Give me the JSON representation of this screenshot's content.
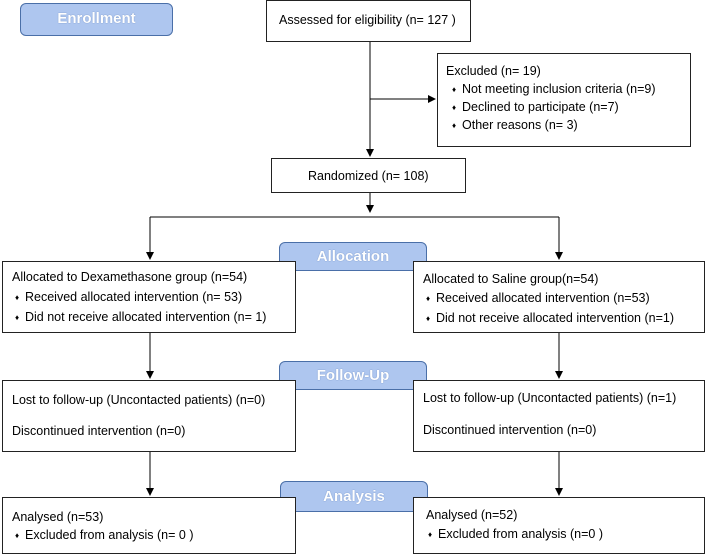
{
  "stages": {
    "enrollment": "Enrollment",
    "allocation": "Allocation",
    "follow_up": "Follow-Up",
    "analysis": "Analysis"
  },
  "assessed": "Assessed for eligibility (n= 127 )",
  "excluded": {
    "title": "Excluded  (n=  19)",
    "items": [
      "Not meeting inclusion criteria  (n=9)",
      "Declined to participate (n=7)",
      "Other reasons  (n= 3)"
    ]
  },
  "randomized": "Randomized (n= 108)",
  "allocation": {
    "left": {
      "title": "Allocated to Dexamethasone group (n=54)",
      "items": [
        "Received allocated intervention (n= 53)",
        "Did not receive allocated intervention  (n= 1)"
      ]
    },
    "right": {
      "title": "Allocated to Saline group(n=54)",
      "items": [
        "Received allocated intervention  (n=53)",
        "Did not receive allocated intervention   (n=1)"
      ]
    }
  },
  "follow_up": {
    "left": {
      "lost": "Lost to follow-up (Uncontacted patients) (n=0)",
      "discontinued": "Discontinued intervention  (n=0)"
    },
    "right": {
      "lost": "Lost to follow-up (Uncontacted patients) (n=1)",
      "discontinued": "Discontinued intervention  (n=0)"
    }
  },
  "analysis": {
    "left": {
      "title": "Analysed  (n=53)",
      "items": [
        "Excluded from analysis (n=  0 )"
      ]
    },
    "right": {
      "title": "Analysed   (n=52)",
      "items": [
        "Excluded from analysis (n=0 )"
      ]
    }
  },
  "colors": {
    "stage_fill": "#aec6ef",
    "stage_border": "#4a6fa8",
    "box_border": "#222222"
  }
}
